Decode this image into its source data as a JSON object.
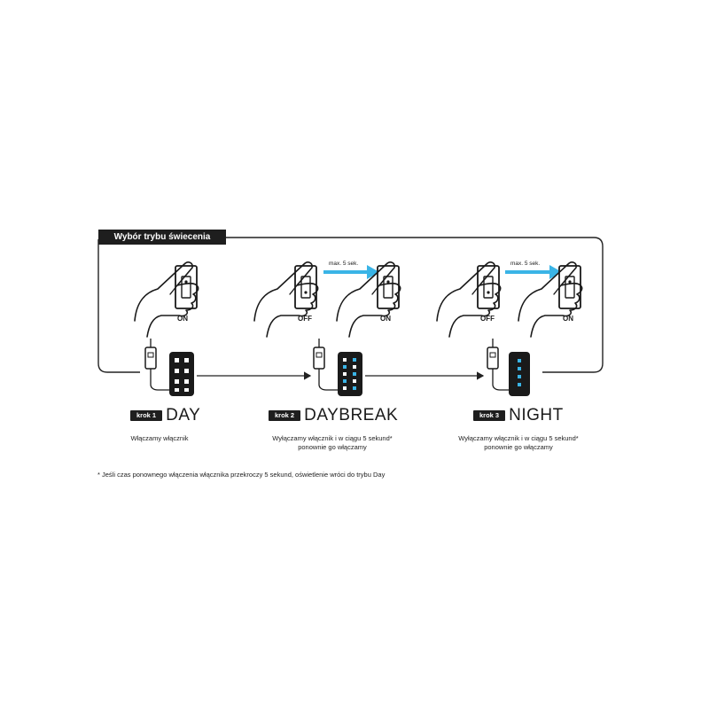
{
  "header": {
    "title": "Wybór trybu świecenia"
  },
  "switch_labels": {
    "on": "ON",
    "off": "OFF"
  },
  "timing_label": "max. 5 sek.",
  "steps": [
    {
      "badge": "krok 1",
      "mode": "DAY",
      "description_lines": [
        "Włączamy włącznik"
      ]
    },
    {
      "badge": "krok 2",
      "mode": "DAYBREAK",
      "description_lines": [
        "Wyłączamy włącznik i w ciągu 5 sekund*",
        "ponownie go włączamy"
      ]
    },
    {
      "badge": "krok 3",
      "mode": "NIGHT",
      "description_lines": [
        "Wyłączamy włącznik i w ciągu 5 sekund*",
        "ponownie go włączamy"
      ]
    }
  ],
  "footnote": "* Jeśli czas ponownego włączenia włącznika przekroczy 5 sekund, oświetlenie wróci do trybu Day",
  "colors": {
    "dark": "#1e1e1e",
    "accent": "#3ab4e6",
    "line": "#222222"
  }
}
